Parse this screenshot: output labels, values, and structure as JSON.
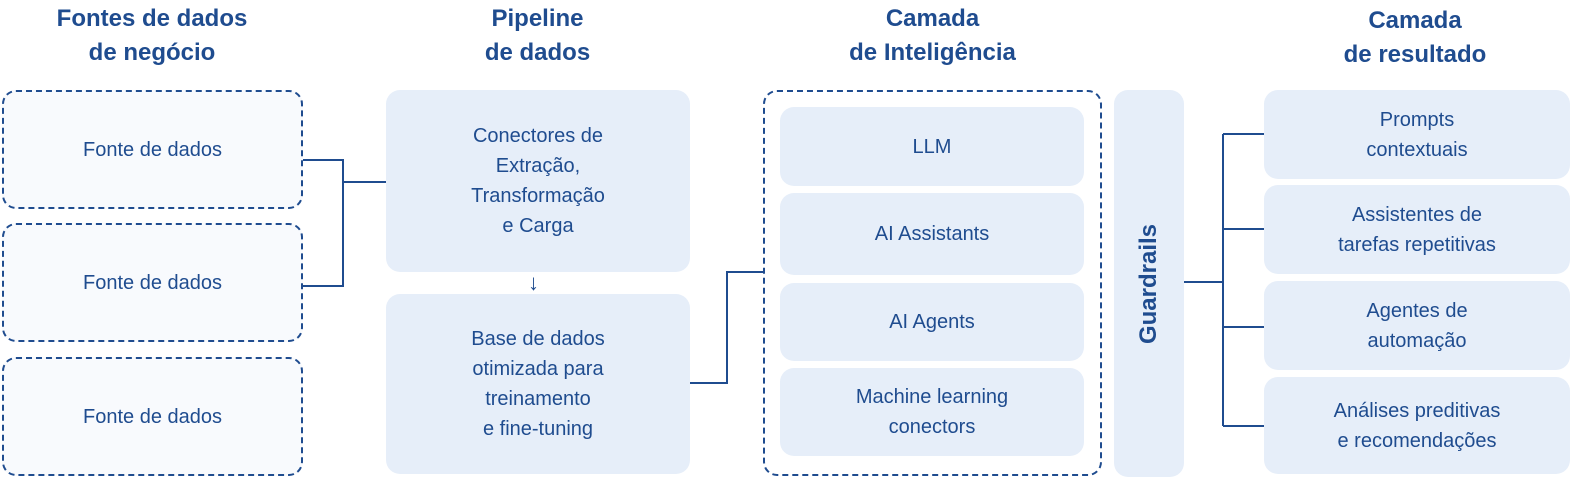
{
  "headings": {
    "sources": "Fontes de dados\nde negócio",
    "pipeline": "Pipeline\nde dados",
    "intelligence": "Camada\nde Inteligência",
    "results": "Camada\nde resultado"
  },
  "sources": [
    "Fonte de dados",
    "Fonte de dados",
    "Fonte de dados"
  ],
  "pipeline": {
    "etl": "Conectores de\nExtração,\nTransformação\ne Carga",
    "arrow": "↓",
    "database": "Base de dados\notimizada para\ntreinamento\ne fine-tuning"
  },
  "intelligence": [
    "LLM",
    "AI Assistants",
    "AI Agents",
    "Machine learning\nconectors"
  ],
  "guardrails": "Guardrails",
  "results": [
    "Prompts\ncontextuais",
    "Assistentes de\ntarefas repetitivas",
    "Agentes de\nautomação",
    "Análises preditivas\ne recomendações"
  ],
  "colors": {
    "primary": "#1f4c8f",
    "box_fill": "#e6eef9",
    "dashed_fill": "#f8fafd"
  }
}
